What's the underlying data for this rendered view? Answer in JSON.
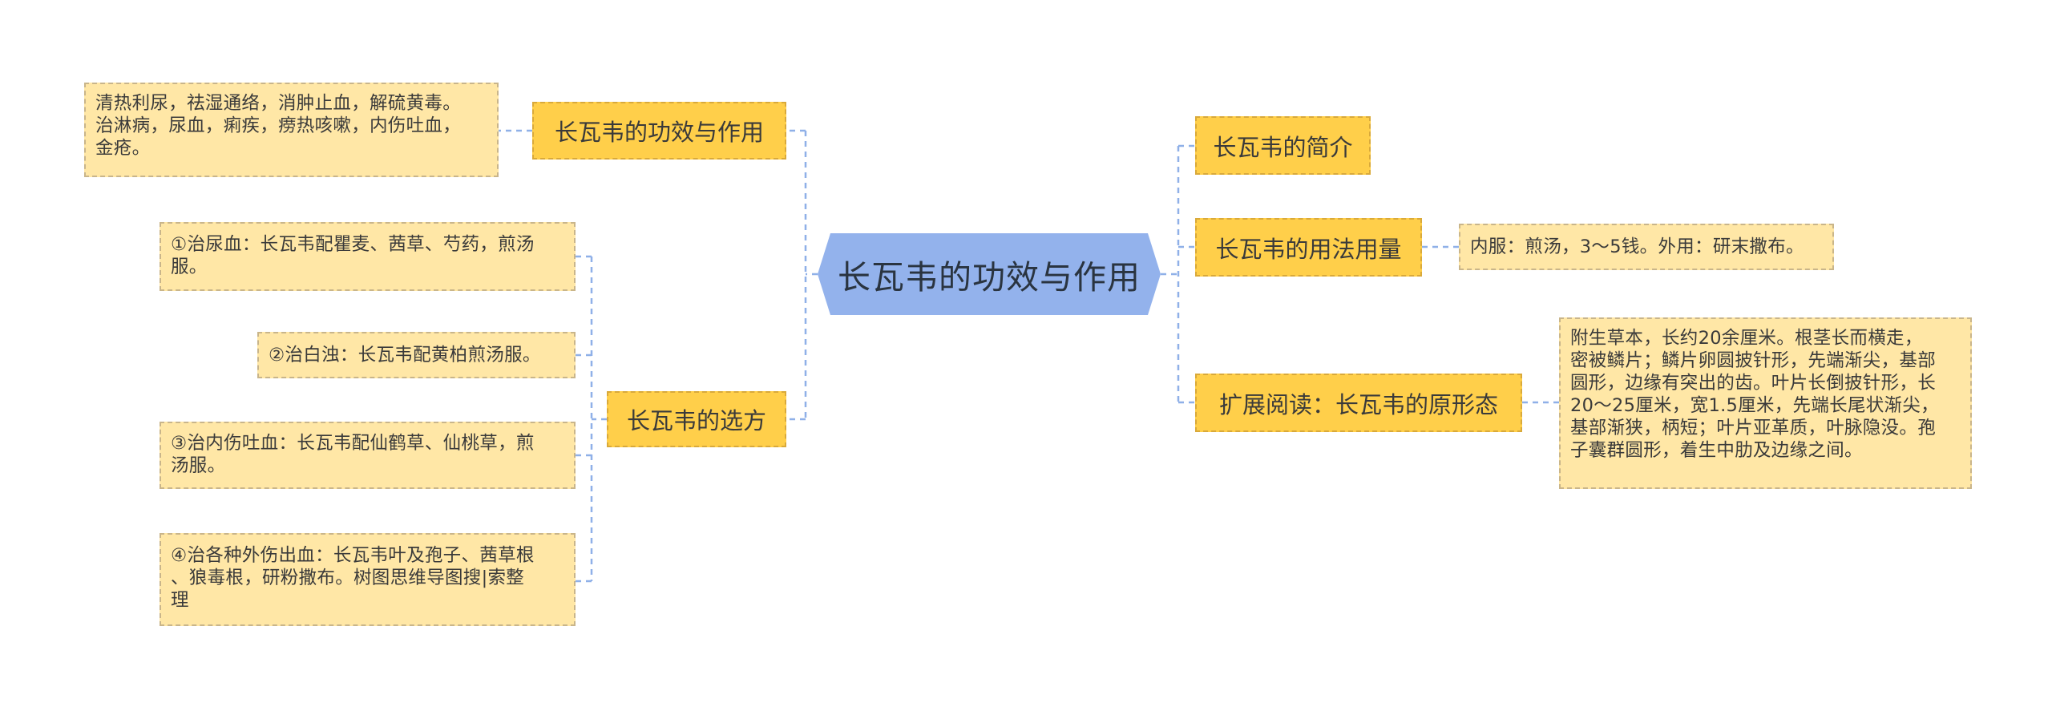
{
  "mindmap": {
    "center": "长瓦韦的功效与作用",
    "topics": {
      "efficacy": "长瓦韦的功效与作用",
      "prescriptions": "长瓦韦的选方",
      "intro": "长瓦韦的简介",
      "usage": "长瓦韦的用法用量",
      "morphology": "扩展阅读：长瓦韦的原形态"
    },
    "leaves": {
      "efficacy_text": "清热利尿，祛湿通络，消肿止血，解硫黄毒。\n治淋病，尿血，痢疾，痨热咳嗽，内伤吐血，\n金疮。",
      "rx1": "①治尿血：长瓦韦配瞿麦、茜草、芍药，煎汤\n服。",
      "rx2": "②治白浊：长瓦韦配黄柏煎汤服。",
      "rx3": "③治内伤吐血：长瓦韦配仙鹤草、仙桃草，煎\n汤服。",
      "rx4": "④治各种外伤出血：长瓦韦叶及孢子、茜草根\n、狼毒根，研粉撒布。树图思维导图搜|索整\n理",
      "usage_text": "内服：煎汤，3～5钱。外用：研末撒布。",
      "morphology_text": "附生草本，长约20余厘米。根茎长而横走，\n密被鳞片；鳞片卵圆披针形，先端渐尖，基部\n圆形，边缘有突出的齿。叶片长倒披针形，长\n20～25厘米，宽1.5厘米，先端长尾状渐尖，\n基部渐狭，柄短；叶片亚革质，叶脉隐没。孢\n子囊群圆形，着生中肋及边缘之间。"
    }
  }
}
